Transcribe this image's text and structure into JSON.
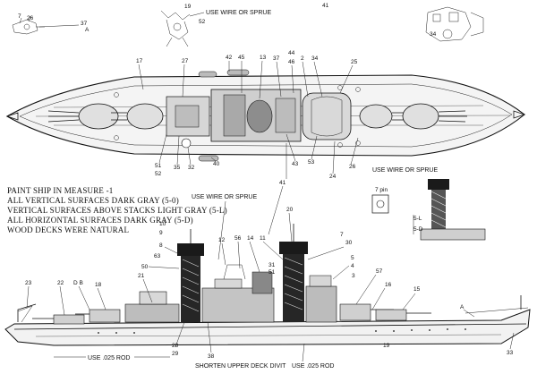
{
  "paint_notes": [
    "PAINT SHIP IN MEASURE -1",
    "ALL VERTICAL SURFACES DARK GRAY (5-0)",
    "VERTICAL SURFACES ABOVE STACKS LIGHT GRAY (5-L)",
    "ALL HORIZONTAL SURFACES DARK GRAY (5-D)",
    "WOOD DECKS WERE NATURAL"
  ],
  "annotations": {
    "wire_top": "USE WIRE OR SPRUE",
    "wire_mid": "USE WIRE OR SPRUE",
    "wire_right": "USE WIRE OR SPRUE",
    "rod_left": "USE .025 ROD",
    "rod_right": "USE .025 ROD",
    "davit": "SHORTEN UPPER DECK DIVIT",
    "inset_label": "7 pin",
    "inset_5l": "5-L",
    "inset_5d": "5-D"
  },
  "callouts": {
    "c7a": "7",
    "c26a": "26",
    "c37a": "37",
    "cA_top": "A",
    "c19_top": "19",
    "c52_top": "52",
    "c41_top": "41",
    "c34_top": "34",
    "c17": "17",
    "c27": "27",
    "c42": "42",
    "c45": "45",
    "c13": "13",
    "c37": "37",
    "c44": "44",
    "c46": "46",
    "c2": "2",
    "c34": "34",
    "c25": "25",
    "c51": "51",
    "c52": "52",
    "c35": "35",
    "c32": "32",
    "c40": "40",
    "c43": "43",
    "c53": "53",
    "c24": "24",
    "c26": "26",
    "c41": "41",
    "c20": "20",
    "c7": "7",
    "c30": "30",
    "c5": "5",
    "c4": "4",
    "c57": "57",
    "c3": "3",
    "c16": "16",
    "c15": "15",
    "cA": "A",
    "c10": "10",
    "c9": "9",
    "c8": "8",
    "c63": "63",
    "c50": "50",
    "c21": "21",
    "c12": "12",
    "c56": "56",
    "c14": "14",
    "c11": "11",
    "c31": "31",
    "c51b": "51",
    "c23": "23",
    "c22": "22",
    "cDB": "D B",
    "c18": "18",
    "c28": "28",
    "c29": "29",
    "c38": "38",
    "c19": "19",
    "c33": "33"
  }
}
